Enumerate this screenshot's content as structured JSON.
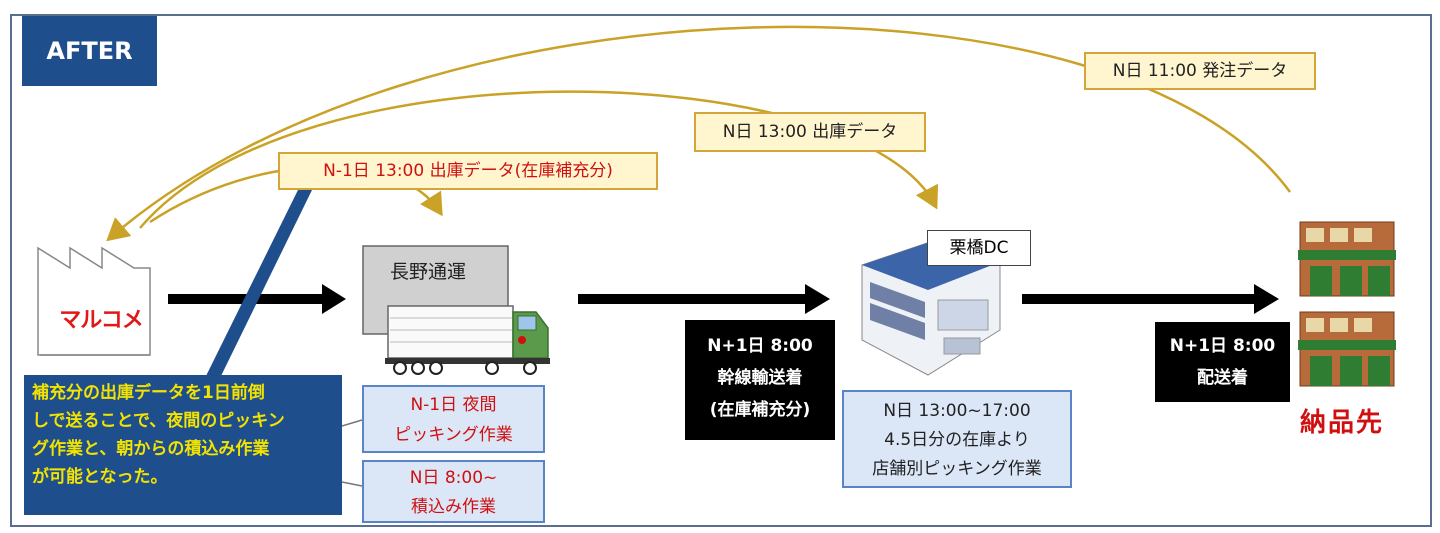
{
  "header": {
    "tag": "AFTER"
  },
  "flows": {
    "order_data": "N日 11:00 発注データ",
    "dc_shipping_data": "N日 13:00 出庫データ",
    "replenish_data": "N-1日 13:00 出庫データ(在庫補充分)"
  },
  "source": {
    "logo": "マルコメ"
  },
  "carrier": {
    "name": "長野通運",
    "night_picking": {
      "line1": "N-1日 夜間",
      "line2": "ピッキング作業"
    },
    "loading": {
      "line1": "N日 8:00~",
      "line2": "積込み作業"
    }
  },
  "trunk": {
    "line1": "N+1日 8:00",
    "line2": "幹線輸送着",
    "line3": "(在庫補充分)"
  },
  "hub": {
    "name": "栗橋DC",
    "task": {
      "line1": "N日 13:00~17:00",
      "line2": "4.5日分の在庫より",
      "line3": "店舗別ピッキング作業"
    }
  },
  "delivery": {
    "line1": "N+1日 8:00",
    "line2": "配送着"
  },
  "destination": {
    "label": "納品先"
  },
  "note": {
    "text": "補充分の出庫データを1日前倒\nしで送ることで、夜間のピッキン\nグ作業と、朝からの積込み作業\nが可能となった。"
  },
  "colors": {
    "navy": "#1f4e8c",
    "gold": "#c9a227",
    "red": "#d01010",
    "yellow_text": "#f2e300"
  }
}
